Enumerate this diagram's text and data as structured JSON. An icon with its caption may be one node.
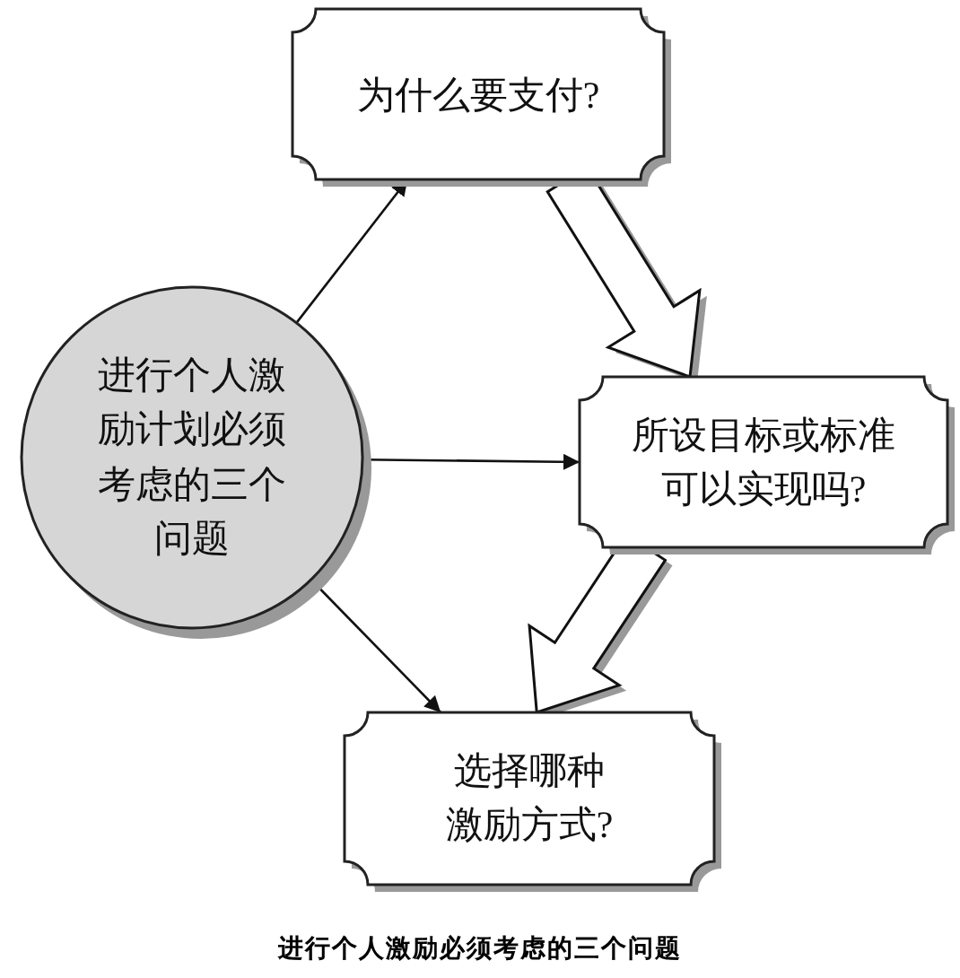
{
  "diagram": {
    "caption": "进行个人激励必须考虑的三个问题",
    "nodes": [
      {
        "text": [
          "进行个人激励计划必须考虑的三个问题"
        ]
      },
      {
        "text": [
          "为什么要支付?"
        ]
      },
      {
        "text": [
          "所设目标或标准可以实现吗?"
        ]
      },
      {
        "text": [
          "选择哪种激励方式?"
        ]
      }
    ],
    "edges": [
      {
        "from": 0,
        "to": 1,
        "arrow": "to"
      },
      {
        "from": 0,
        "to": 2,
        "arrow": "to"
      },
      {
        "from": 0,
        "to": 3,
        "arrow": "to"
      },
      {
        "from": 1,
        "to": 2,
        "arrow": "to",
        "style": "thick"
      },
      {
        "from": 2,
        "to": 3,
        "arrow": "to",
        "style": "thick"
      }
    ]
  }
}
